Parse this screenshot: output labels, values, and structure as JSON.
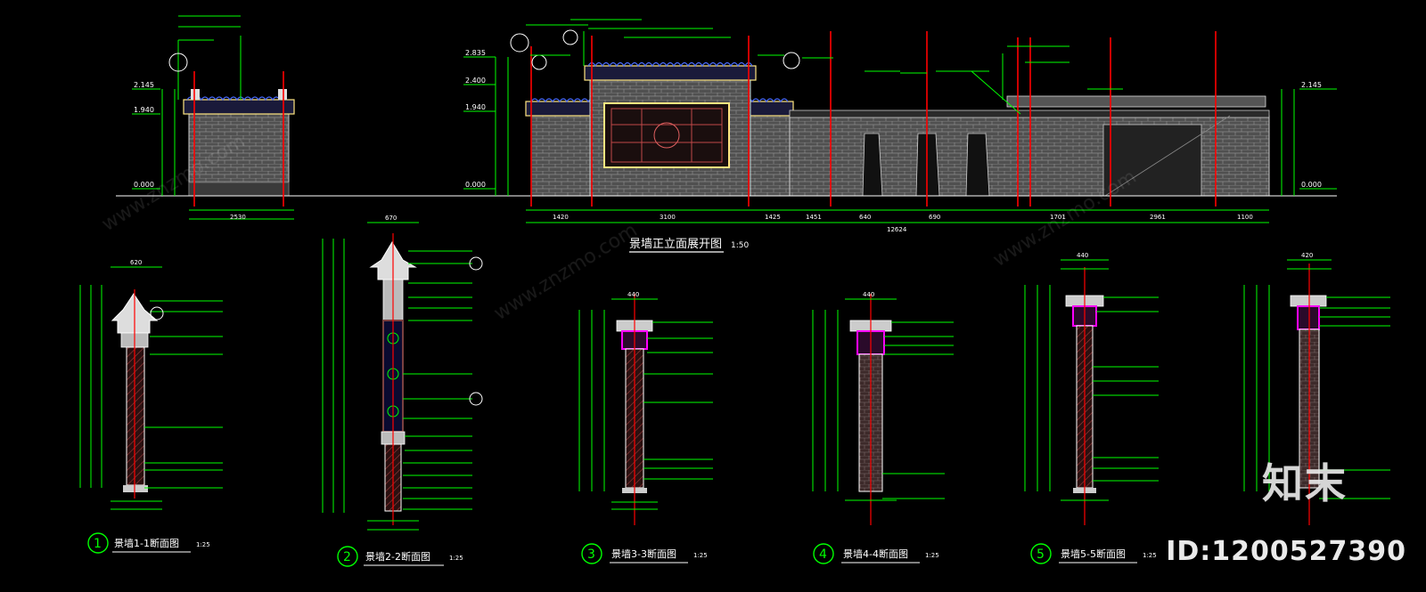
{
  "drawing": {
    "elevation_title": "景墙正立面展开图",
    "elevation_scale": "1:50",
    "overall_length": "12624",
    "level_marks": [
      "2.835",
      "2.400",
      "2.145",
      "1.940",
      "0.000"
    ],
    "bottom_dims": [
      "2530",
      "1420",
      "3100",
      "1425",
      "1451",
      "640",
      "690",
      "1701",
      "2961",
      "1100"
    ],
    "sections": [
      {
        "num": "1",
        "label": "景墙1-1断面图",
        "scale": "1:25"
      },
      {
        "num": "2",
        "label": "景墙2-2断面图",
        "scale": "1:25"
      },
      {
        "num": "3",
        "label": "景墙3-3断面图",
        "scale": "1:25"
      },
      {
        "num": "4",
        "label": "景墙4-4断面图",
        "scale": "1:25"
      },
      {
        "num": "5",
        "label": "景墙5-5断面图",
        "scale": "1:25"
      }
    ],
    "section_top_dims": [
      "620",
      "670",
      "440",
      "440",
      "440",
      "420"
    ]
  },
  "watermark": {
    "brand": "知末",
    "id": "ID:1200527390",
    "diag_text": "www.znzmo.com"
  },
  "colors": {
    "background": "#000000",
    "dim_green": "#00ff00",
    "axis_red": "#ff0000",
    "wall_fill": "#5a5a5a",
    "cap_yellow": "#ffe680",
    "accent_magenta": "#ff00ff",
    "callout_white": "#ffffff"
  }
}
